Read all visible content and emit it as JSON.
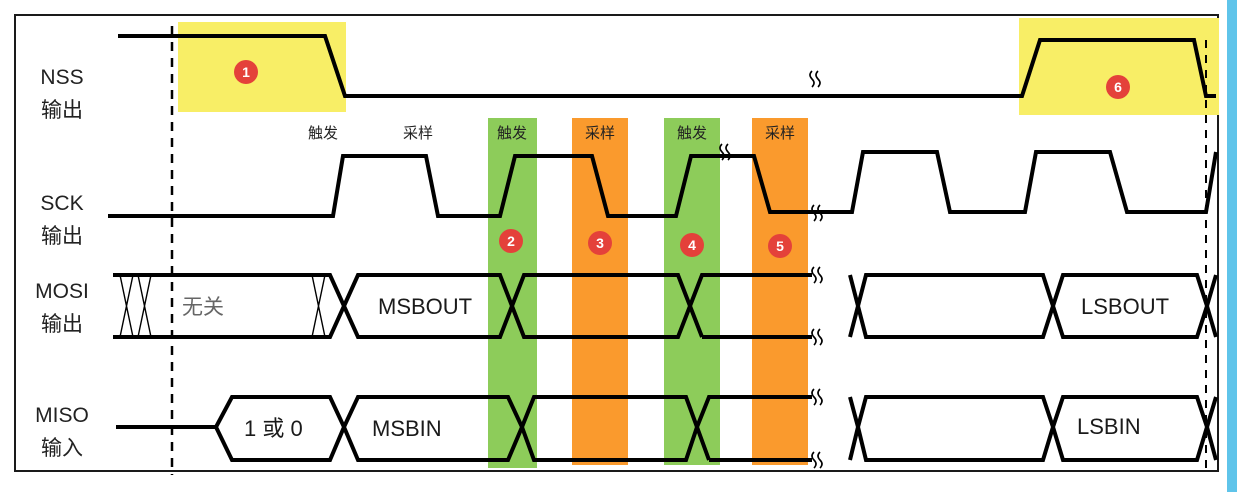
{
  "signals": {
    "nss": {
      "name": "NSS",
      "dir": "输出"
    },
    "sck": {
      "name": "SCK",
      "dir": "输出"
    },
    "mosi": {
      "name": "MOSI",
      "dir": "输出"
    },
    "miso": {
      "name": "MISO",
      "dir": "输入"
    }
  },
  "phases": {
    "trigger_1": "触发",
    "sample_1": "采样",
    "trigger_2": "触发",
    "sample_2": "采样",
    "trigger_3": "触发",
    "sample_3": "采样"
  },
  "markers": {
    "m1": "1",
    "m2": "2",
    "m3": "3",
    "m4": "4",
    "m5": "5",
    "m6": "6"
  },
  "bus": {
    "mosi_idle": "无关",
    "mosi_first": "MSBOUT",
    "mosi_last": "LSBOUT",
    "miso_idle": "1 或 0",
    "miso_first": "MSBIN",
    "miso_last": "LSBIN"
  },
  "colors": {
    "highlight_yellow": "#f8ee66",
    "trigger_green": "#8dcc5a",
    "sample_orange": "#fa9a2d",
    "marker_red": "#e4413a",
    "scroll_edge": "#5fc4ea"
  }
}
